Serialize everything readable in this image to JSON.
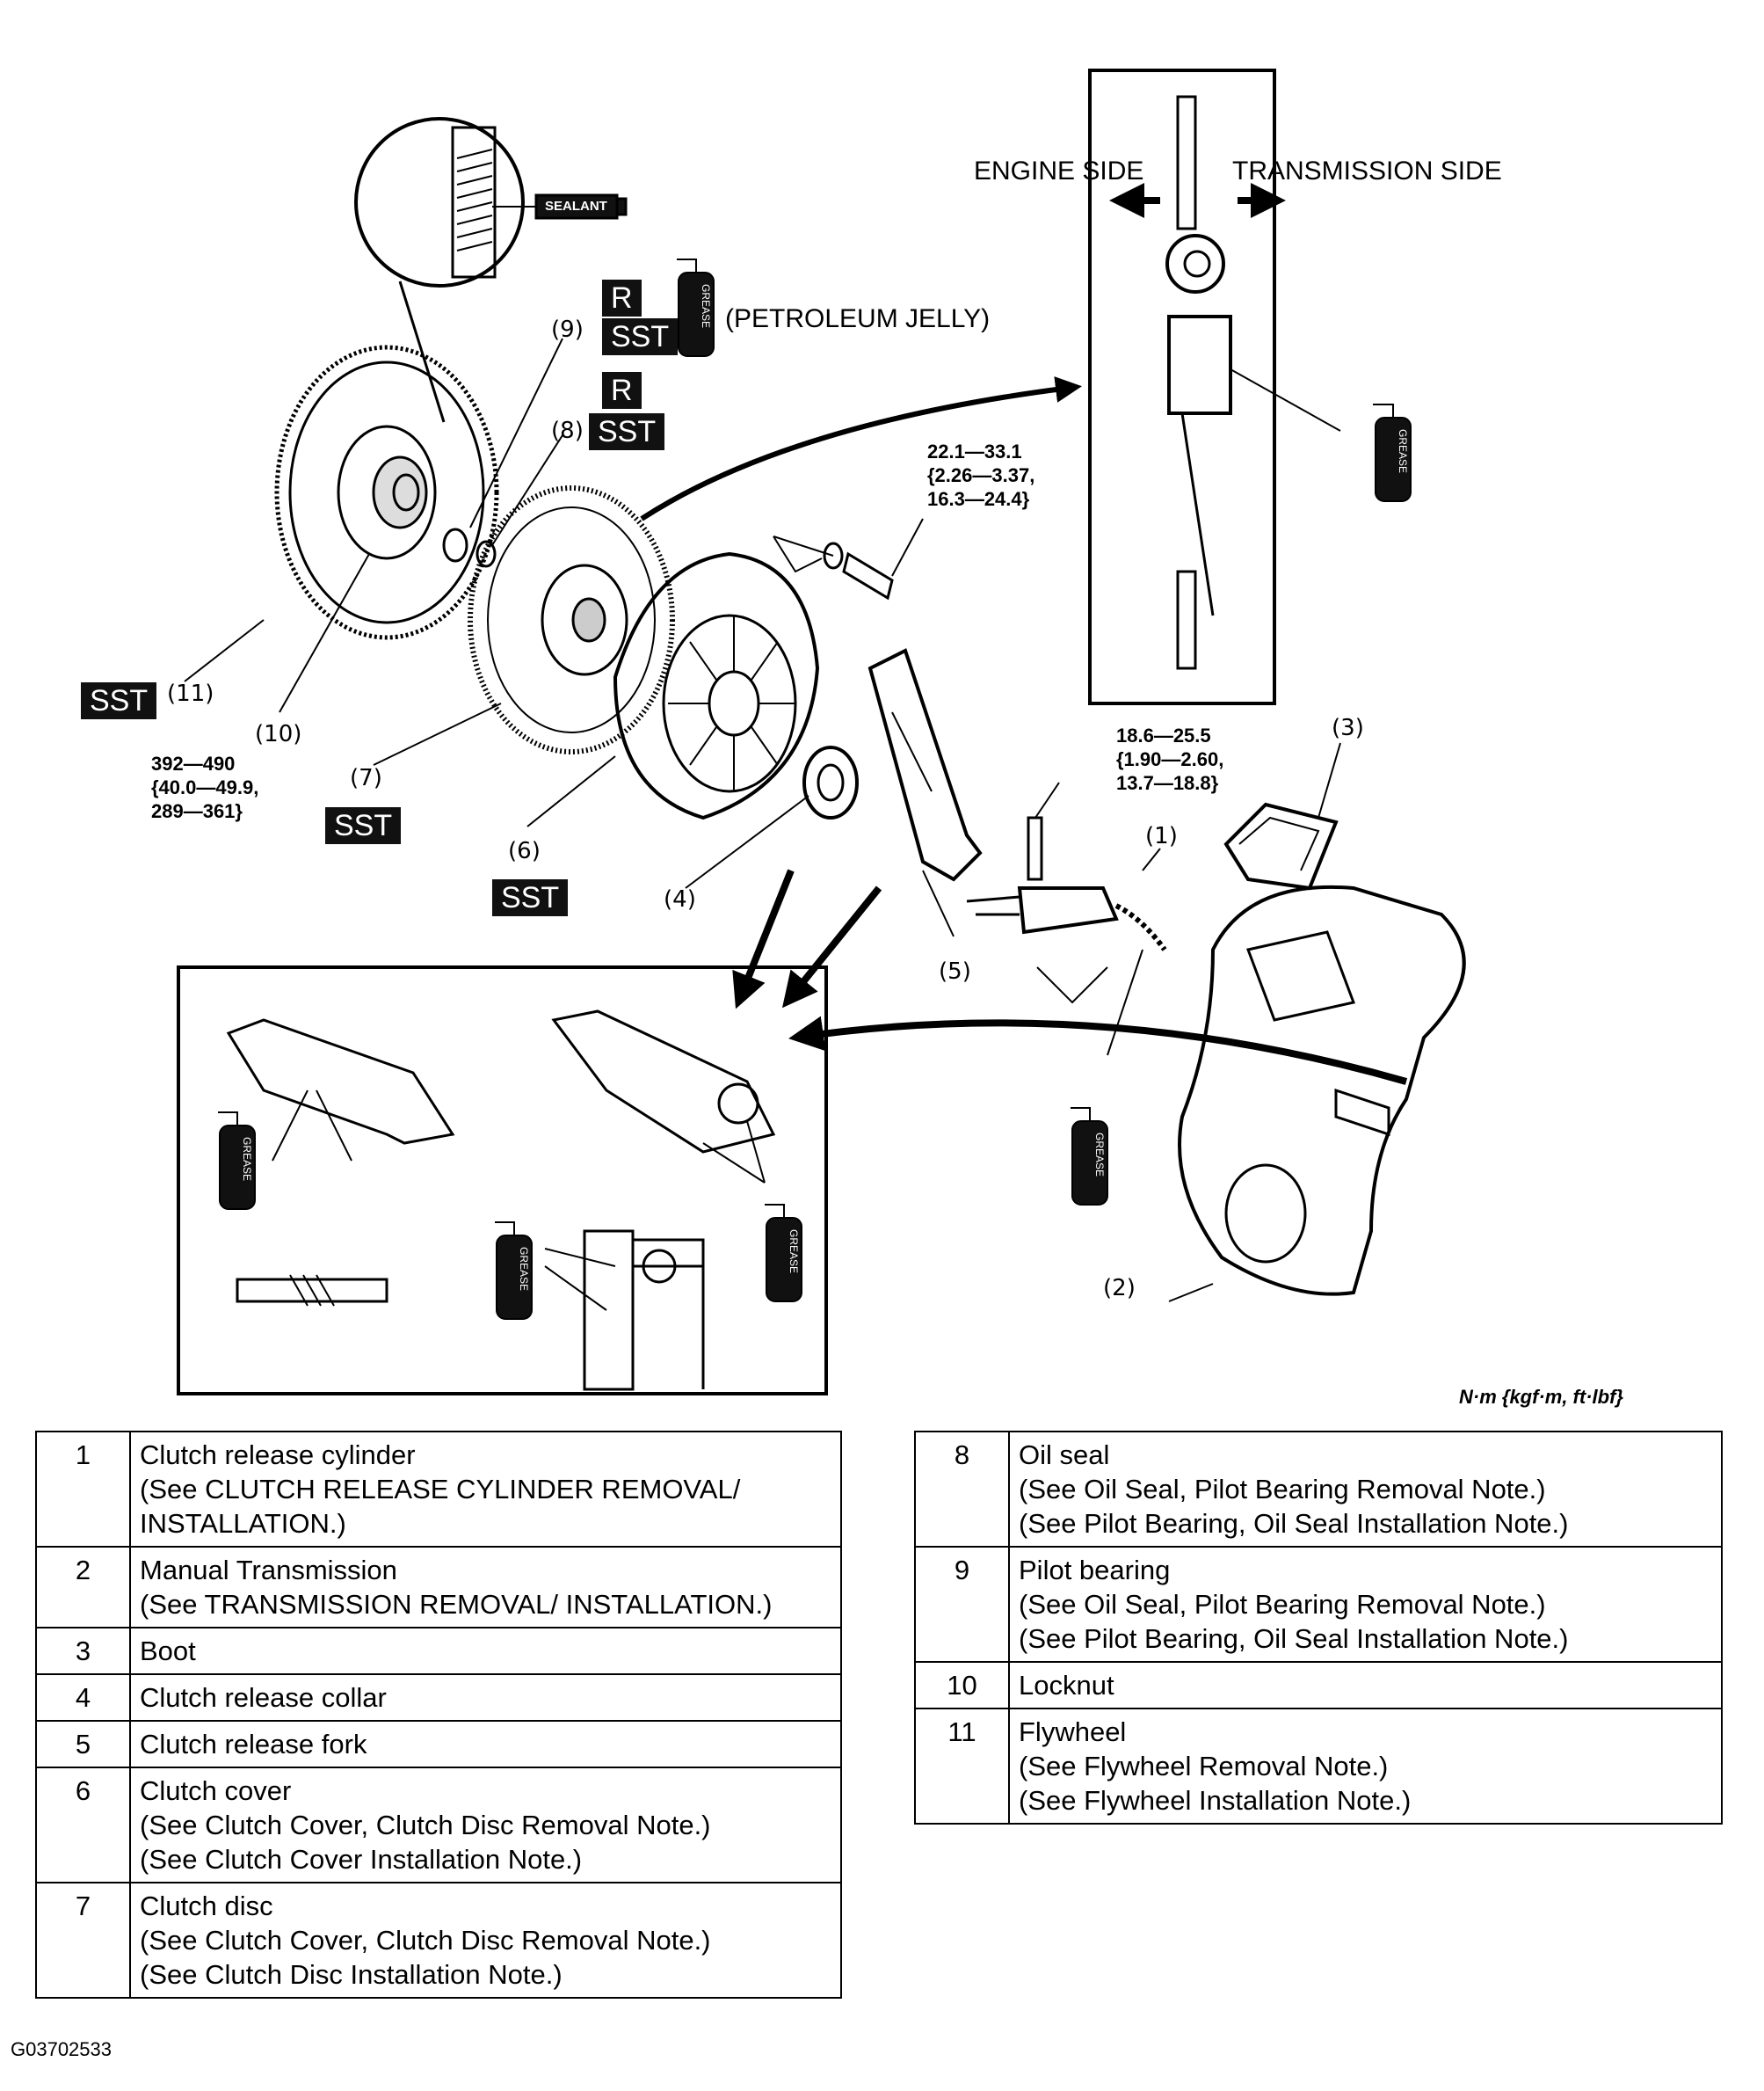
{
  "labels": {
    "engine_side": "ENGINE SIDE",
    "transmission_side": "TRANSMISSION SIDE",
    "petroleum_jelly": "(PETROLEUM JELLY)",
    "sealant": "SEALANT",
    "grease": "GREASE",
    "r": "R",
    "sst": "SST"
  },
  "torque": {
    "bolt_cover": [
      "22.1—33.1",
      "{2.26—3.37,",
      "16.3—24.4}"
    ],
    "bolt_release_cyl": [
      "18.6—25.5",
      "{1.90—2.60,",
      "13.7—18.8}"
    ],
    "locknut": [
      "392—490",
      "{40.0—49.9,",
      "289—361}"
    ]
  },
  "callouts": [
    "1",
    "2",
    "3",
    "4",
    "5",
    "6",
    "7",
    "8",
    "9",
    "10",
    "11"
  ],
  "units": "N·m {kgf·m, ft·lbf}",
  "figure_id": "G03702533",
  "parts_left": [
    {
      "num": "1",
      "name": "Clutch release cylinder",
      "notes": [
        "(See CLUTCH RELEASE CYLINDER REMOVAL/",
        "INSTALLATION.)"
      ]
    },
    {
      "num": "2",
      "name": "Manual Transmission",
      "notes": [
        "(See TRANSMISSION REMOVAL/ INSTALLATION.)"
      ]
    },
    {
      "num": "3",
      "name": "Boot",
      "notes": []
    },
    {
      "num": "4",
      "name": "Clutch release collar",
      "notes": []
    },
    {
      "num": "5",
      "name": "Clutch release fork",
      "notes": []
    },
    {
      "num": "6",
      "name": "Clutch cover",
      "notes": [
        "(See Clutch Cover, Clutch Disc Removal Note.)",
        "(See Clutch Cover Installation Note.)"
      ]
    },
    {
      "num": "7",
      "name": "Clutch disc",
      "notes": [
        "(See Clutch Cover, Clutch Disc Removal Note.)",
        "(See Clutch Disc Installation Note.)"
      ]
    }
  ],
  "parts_right": [
    {
      "num": "8",
      "name": "Oil seal",
      "notes": [
        "(See Oil Seal, Pilot Bearing Removal Note.)",
        "(See Pilot Bearing, Oil Seal Installation Note.)"
      ]
    },
    {
      "num": "9",
      "name": "Pilot bearing",
      "notes": [
        "(See Oil Seal, Pilot Bearing Removal Note.)",
        "(See Pilot Bearing, Oil Seal Installation Note.)"
      ]
    },
    {
      "num": "10",
      "name": "Locknut",
      "notes": []
    },
    {
      "num": "11",
      "name": "Flywheel",
      "notes": [
        "(See Flywheel Removal Note.)",
        "(See Flywheel Installation Note.)"
      ]
    }
  ]
}
